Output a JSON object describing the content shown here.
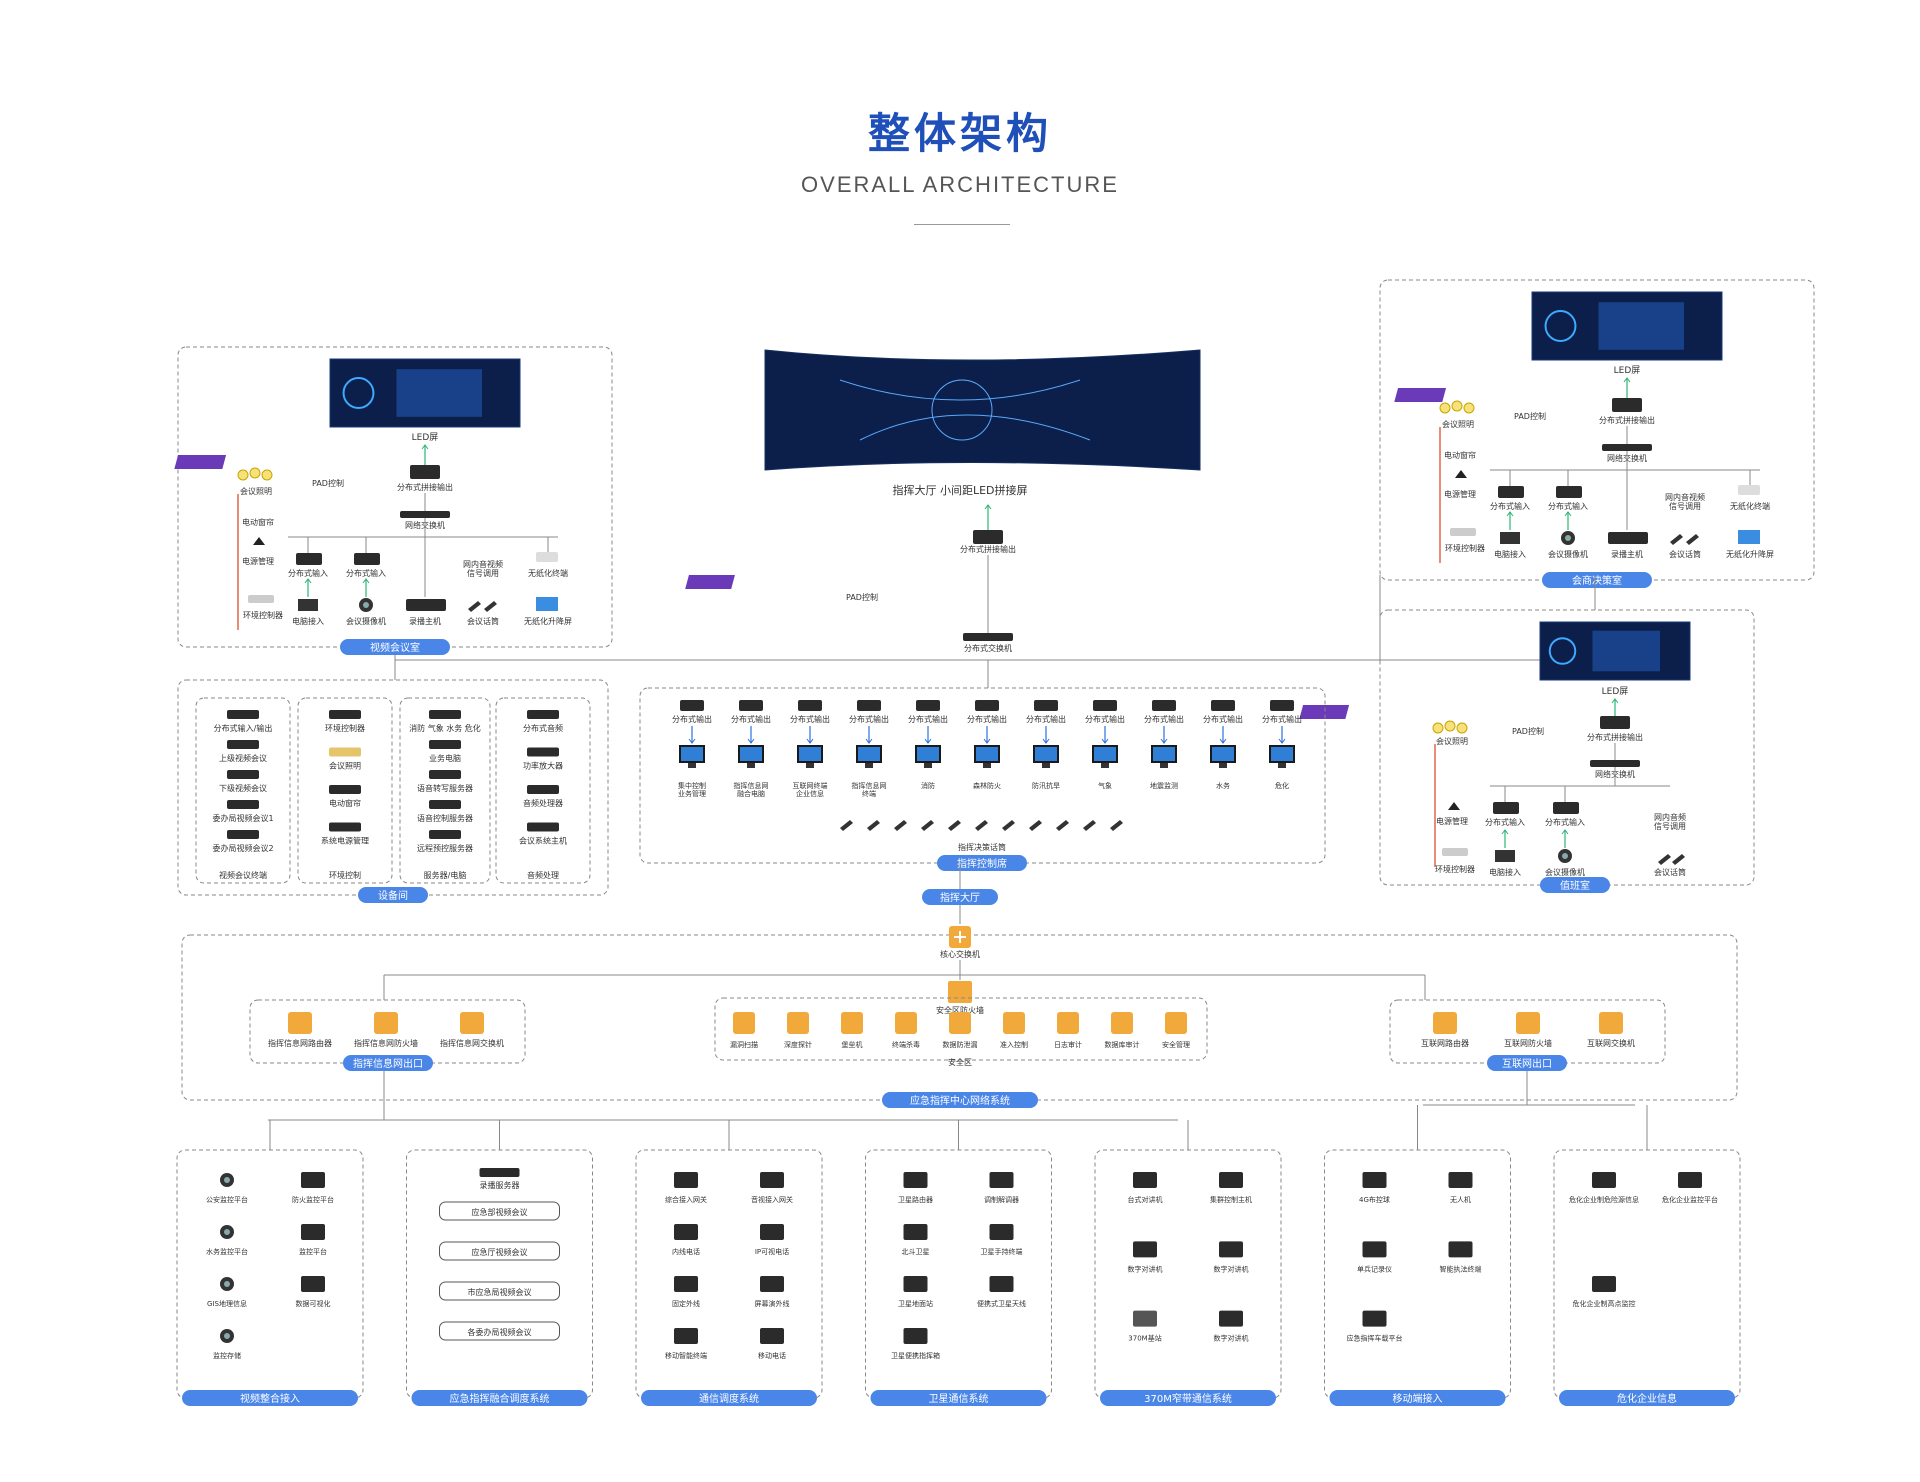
{
  "header": {
    "title_cn": "整体架构",
    "title_en": "OVERALL ARCHITECTURE"
  },
  "colors": {
    "accent": "#4a86e8",
    "dash": "#888888",
    "screen": "#0b1f4a",
    "device": "#2b2b2b",
    "switch": "#f2a93b",
    "power": "#e0674a"
  },
  "center": {
    "screen_caption": "指挥大厅  小间距LED拼接屏",
    "splice_output": "分布式拼接输出",
    "pad": "PAD控制",
    "switch": "分布式交换机",
    "hall_label": "指挥大厅"
  },
  "video_room": {
    "label": "视频会议室",
    "led": "LED屏",
    "pad": "PAD控制",
    "splice": "分布式拼接输出",
    "net_switch": "网络交换机",
    "lighting": "会议照明",
    "curtain": "电动窗帘",
    "power": "电源管理",
    "env": "环境控制器",
    "in1": "分布式输入",
    "in2": "分布式输入",
    "pc": "电脑接入",
    "cam": "会议摄像机",
    "rec": "录播主机",
    "mic": "会议话筒",
    "net_av": "网内音视频\n信号调用",
    "wireless": "无纸化终端",
    "lift": "无纸化升降屏"
  },
  "consult_room": {
    "label": "会商决策室",
    "led": "LED屏",
    "pad": "PAD控制",
    "splice": "分布式拼接输出",
    "net_switch": "网络交换机",
    "lighting": "会议照明",
    "curtain": "电动窗帘",
    "power": "电源管理",
    "env": "环境控制器",
    "in1": "分布式输入",
    "in2": "分布式输入",
    "pc": "电脑接入",
    "cam": "会议摄像机",
    "rec": "录播主机",
    "mic": "会议话筒",
    "net_av": "网内音视频\n信号调用",
    "wireless": "无纸化终端",
    "lift": "无纸化升降屏"
  },
  "duty_room": {
    "label": "值班室",
    "led": "LED屏",
    "pad": "PAD控制",
    "splice": "分布式拼接输出",
    "net_switch": "网络交换机",
    "lighting": "会议照明",
    "power": "电源管理",
    "env": "环境控制器",
    "in1": "分布式输入",
    "in2": "分布式输入",
    "pc": "电脑接入",
    "cam": "会议摄像机",
    "mic": "会议话筒",
    "net_av": "网内音频\n信号调用"
  },
  "equipment_room": {
    "label": "设备间",
    "g1": {
      "label": "视频会议终端",
      "items": [
        "分布式输入/输出",
        "上级视频会议",
        "下级视频会议",
        "委办局视频会议1",
        "委办局视频会议2"
      ]
    },
    "g2": {
      "label": "环境控制",
      "items": [
        "环境控制器",
        "会议照明",
        "电动窗帘",
        "系统电源管理"
      ]
    },
    "g3": {
      "label": "服务器/电脑",
      "items": [
        "消防 气象 水务 危化",
        "业务电脑",
        "语音转写服务器",
        "语音控制服务器",
        "远程预控服务器"
      ]
    },
    "g4": {
      "label": "音频处理",
      "items": [
        "分布式音频",
        "功率放大器",
        "音频处理器",
        "会议系统主机"
      ]
    }
  },
  "command_desk": {
    "label": "指挥控制席",
    "out": "分布式输出",
    "terminals": [
      "集中控制\n业务管理",
      "指挥信息网\n融合电脑",
      "互联网终端\n企业信息",
      "指挥信息网\n终端",
      "消防",
      "森林防火",
      "防汛抗旱",
      "气象",
      "地震监测",
      "水务",
      "危化"
    ],
    "mic": "指挥决策话筒"
  },
  "network": {
    "label": "应急指挥中心网络系统",
    "core": "核心交换机",
    "firewall": "安全区防火墙",
    "left": {
      "label": "指挥信息网出口",
      "items": [
        "指挥信息网路由器",
        "指挥信息网防火墙",
        "指挥信息网交换机"
      ]
    },
    "mid": {
      "label": "安全区",
      "items": [
        "漏洞扫描",
        "深度探针",
        "堡垒机",
        "终端杀毒",
        "数据防泄漏",
        "准入控制",
        "日志审计",
        "数据库审计",
        "安全管理"
      ]
    },
    "right": {
      "label": "互联网出口",
      "items": [
        "互联网路由器",
        "互联网防火墙",
        "互联网交换机"
      ]
    }
  },
  "bottom": [
    {
      "label": "视频整合接入",
      "items": [
        "公安监控平台",
        "防火监控平台",
        "水务监控平台",
        "监控平台",
        "GIS地理信息",
        "数据可视化",
        "监控存储"
      ]
    },
    {
      "label": "应急指挥融合调度系统",
      "items": [
        "录播服务器",
        "应急部视频会议",
        "应急厅视频会议",
        "市应急局视频会议",
        "各委办局视频会议"
      ]
    },
    {
      "label": "通信调度系统",
      "items": [
        "综合接入网关",
        "音视接入网关",
        "内线电话",
        "IP可视电话",
        "固定外线",
        "屏幕演外线",
        "移动智能终端",
        "移动电话"
      ]
    },
    {
      "label": "卫星通信系统",
      "items": [
        "卫星路由器",
        "调制解调器",
        "北斗卫星",
        "卫星手持终端",
        "卫星地面站",
        "便携式卫星天线",
        "卫星便携指挥箱"
      ]
    },
    {
      "label": "370M窄带通信系统",
      "items": [
        "台式对讲机",
        "集群控制主机",
        "数字对讲机",
        "数字对讲机",
        "370M基站",
        "数字对讲机"
      ]
    },
    {
      "label": "移动端接入",
      "items": [
        "4G布控球",
        "无人机",
        "单兵记录仪",
        "智能执法终端",
        "应急指挥车载平台"
      ]
    },
    {
      "label": "危化企业信息",
      "items": [
        "危化企业制危险源信息",
        "危化企业监控平台",
        "危化企业制高点监控"
      ]
    }
  ]
}
